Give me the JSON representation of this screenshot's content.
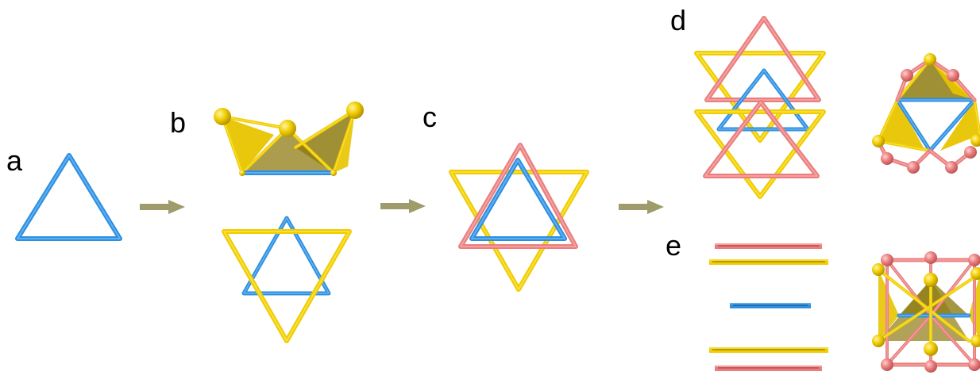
{
  "figure": {
    "panel_labels": {
      "a": "a",
      "b": "b",
      "c": "c",
      "d": "d",
      "e": "e"
    },
    "colors": {
      "blue": "#2e8fe0",
      "blue_hi": "#8fd0ff",
      "yellow": "#f0cc00",
      "yellow_dark": "#b89a00",
      "yellow_hi": "#fff27a",
      "pink": "#ea7e7e",
      "pink_dark": "#c65a5a",
      "pink_hi": "#ffc3c3",
      "arrow": "#9e9c6a",
      "face_yellow": "#e8c400",
      "face_olive": "#8f7c12"
    }
  }
}
